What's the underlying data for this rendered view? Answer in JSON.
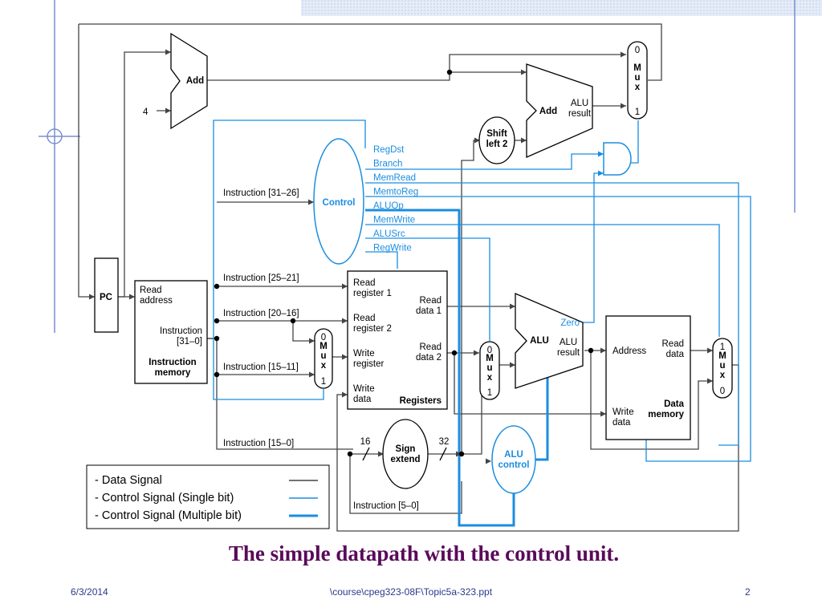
{
  "diagram": {
    "pc": "PC",
    "add_top": "Add",
    "const_four": "4",
    "add_branch": "Add",
    "alu_result": [
      "ALU",
      "result"
    ],
    "shift_left": [
      "Shift",
      "left 2"
    ],
    "mux_letters": [
      "M",
      "u",
      "x"
    ],
    "mux_zero": "0",
    "mux_one": "1",
    "control": "Control",
    "control_signals": [
      "RegDst",
      "Branch",
      "MemRead",
      "MemtoReg",
      "ALUOp",
      "MemWrite",
      "ALUSrc",
      "RegWrite"
    ],
    "imem": {
      "read_address": [
        "Read",
        "address"
      ],
      "instruction": [
        "Instruction",
        "[31–0]"
      ],
      "name": [
        "Instruction",
        "memory"
      ]
    },
    "instruction_fields": [
      "Instruction [31–26]",
      "Instruction [25–21]",
      "Instruction [20–16]",
      "Instruction [15–11]",
      "Instruction [15–0]",
      "Instruction [5–0]"
    ],
    "registers": {
      "read_reg1": [
        "Read",
        "register 1"
      ],
      "read_reg2": [
        "Read",
        "register 2"
      ],
      "write_reg": [
        "Write",
        "register"
      ],
      "write_data": [
        "Write",
        "data"
      ],
      "read_data1": [
        "Read",
        "data 1"
      ],
      "read_data2": [
        "Read",
        "data 2"
      ],
      "name": "Registers"
    },
    "alu": {
      "label": "ALU",
      "zero": "Zero",
      "result": [
        "ALU",
        "result"
      ]
    },
    "alu_control": [
      "ALU",
      "control"
    ],
    "sign_extend": [
      "Sign",
      "extend"
    ],
    "width_in": "16",
    "width_out": "32",
    "dmem": {
      "address": "Address",
      "read_data": [
        "Read",
        "data"
      ],
      "write_data": [
        "Write",
        "data"
      ],
      "name": [
        "Data",
        "memory"
      ]
    }
  },
  "legend": {
    "items": [
      {
        "label": "- Data Signal",
        "color": "#444444"
      },
      {
        "label": "- Control Signal (Single bit)",
        "color": "#1a8de0"
      },
      {
        "label": "- Control Signal (Multiple bit)",
        "color": "#1a8de0"
      }
    ]
  },
  "caption": "The simple datapath with the control unit.",
  "footer": {
    "date": "6/3/2014",
    "path": "\\course\\cpeg323-08F\\Topic5a-323.ppt",
    "page": "2"
  },
  "colors": {
    "data_line": "#444444",
    "control_line": "#1a8de0",
    "caption": "#5a0a5a",
    "footer": "#2a3a8a"
  }
}
